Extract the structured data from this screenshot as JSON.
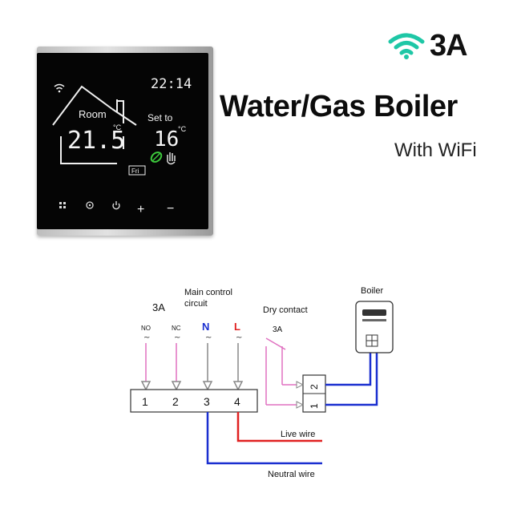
{
  "badge": {
    "wifi_icon": "wifi-icon",
    "amperage": "3A",
    "icon_color": "#1ec7a6"
  },
  "headline": "Water/Gas Boiler",
  "subline": "With WiFi",
  "thermostat": {
    "time": "22:14",
    "room_label": "Room",
    "room_temp": "21.5",
    "room_unit": "°C",
    "set_label": "Set to",
    "set_temp": "16",
    "set_unit": "°C",
    "day": "Fri",
    "buttons": [
      "menu-icon",
      "fan-icon",
      "power-icon",
      "plus-icon",
      "minus-icon"
    ],
    "button_glyphs": {
      "plus": "+",
      "minus": "−"
    }
  },
  "diagram": {
    "title_3a": "3A",
    "main_control_label": [
      "Main control",
      "circuit"
    ],
    "dry_contact_label": "Dry contact",
    "dry_contact_3a": "3A",
    "boiler_label": "Boiler",
    "terminal_labels": [
      "NO",
      "NC",
      "N",
      "L"
    ],
    "terminal_numbers": [
      "1",
      "2",
      "3",
      "4"
    ],
    "relay_numbers": [
      "2",
      "1"
    ],
    "live_wire": "Live wire",
    "neutral_wire": "Neutral wire",
    "colors": {
      "live": "#e02020",
      "neutral": "#1a2fd0",
      "signal": "#e070c0",
      "n_label": "#1a2fd0",
      "l_label": "#e02020"
    }
  }
}
